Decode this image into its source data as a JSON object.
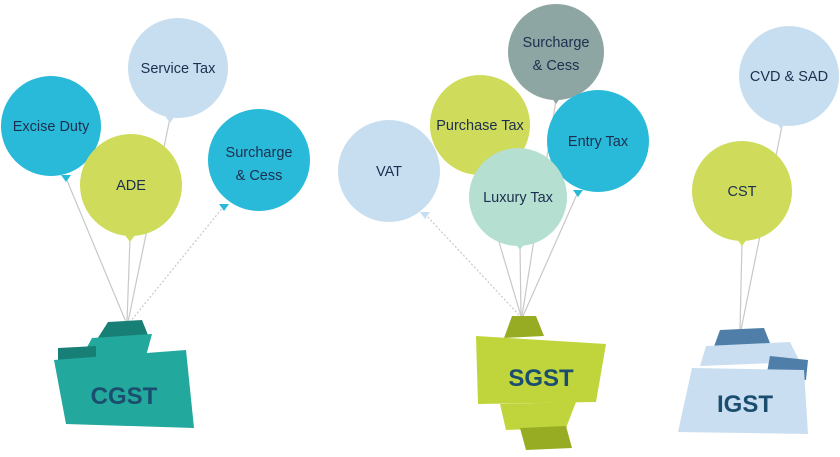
{
  "colors": {
    "light_blue": "#c7def0",
    "cyan": "#29b9d9",
    "lime": "#cfdb5a",
    "mint": "#b4dfd1",
    "slate": "#8da6a3",
    "teal": "#22a89c",
    "teal_dark": "#187f77",
    "green": "#c0d53c",
    "green_dark": "#98ac23",
    "pale_blue": "#c9def0",
    "steel_blue": "#4f7fa8",
    "label_text": "#1d2f4f"
  },
  "groups": [
    {
      "id": "cgst",
      "title": "CGST",
      "balloons": [
        {
          "id": "excise-duty",
          "lines": [
            "Excise Duty"
          ],
          "color": "cyan"
        },
        {
          "id": "service-tax",
          "lines": [
            "Service Tax"
          ],
          "color": "light_blue"
        },
        {
          "id": "ade",
          "lines": [
            "ADE"
          ],
          "color": "lime"
        },
        {
          "id": "surcharge-cess",
          "lines": [
            "Surcharge",
            "& Cess"
          ],
          "color": "cyan"
        }
      ]
    },
    {
      "id": "sgst",
      "title": "SGST",
      "balloons": [
        {
          "id": "vat",
          "lines": [
            "VAT"
          ],
          "color": "light_blue"
        },
        {
          "id": "purchase-tax",
          "lines": [
            "Purchase Tax"
          ],
          "color": "lime"
        },
        {
          "id": "surcharge-cess",
          "lines": [
            "Surcharge",
            "& Cess"
          ],
          "color": "slate"
        },
        {
          "id": "entry-tax",
          "lines": [
            "Entry Tax"
          ],
          "color": "cyan"
        },
        {
          "id": "luxury-tax",
          "lines": [
            "Luxury Tax"
          ],
          "color": "mint"
        }
      ]
    },
    {
      "id": "igst",
      "title": "IGST",
      "balloons": [
        {
          "id": "cvd-sad",
          "lines": [
            "CVD & SAD"
          ],
          "color": "light_blue"
        },
        {
          "id": "cst",
          "lines": [
            "CST"
          ],
          "color": "lime"
        }
      ]
    }
  ]
}
